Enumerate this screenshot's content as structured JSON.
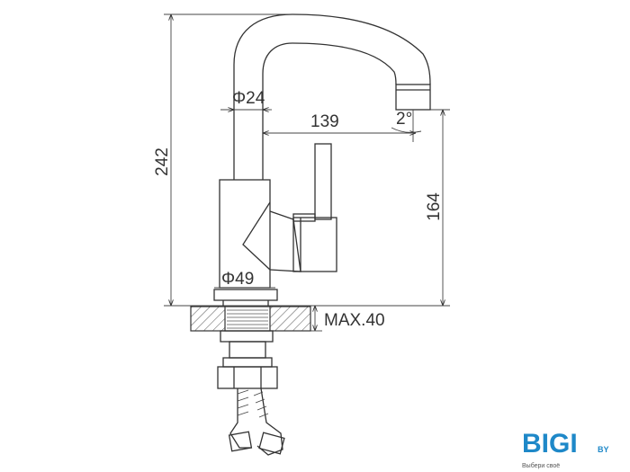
{
  "drawing": {
    "dimensions": {
      "total_height": "242",
      "pipe_diameter": "Φ24",
      "reach": "139",
      "angle": "2°",
      "spout_height": "164",
      "base_diameter": "Φ49",
      "max_countertop": "MAX.40"
    }
  },
  "logo": {
    "brand": "BIGI",
    "suffix": "BY",
    "tagline": "Выбери своё",
    "color": "#1e88c8"
  }
}
